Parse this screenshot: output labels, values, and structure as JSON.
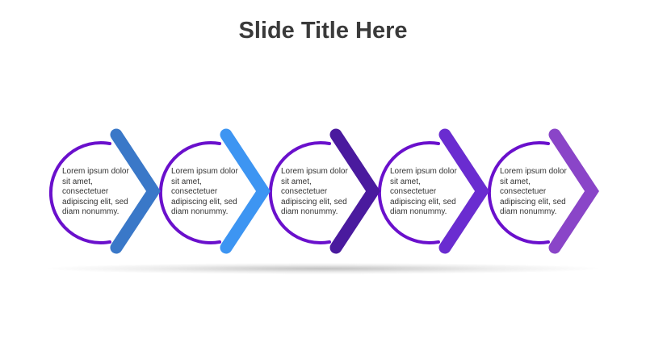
{
  "slide": {
    "title": "Slide Title Here"
  },
  "colors": {
    "circle_stroke": "#6a10cc",
    "text": "#333333",
    "title": "#3a3a3a"
  },
  "steps": [
    {
      "text_line1": "Lorem ipsum dolor",
      "text_line2": "sit amet,",
      "text_line3": "consectetuer",
      "text_line4": "adipiscing elit, sed",
      "text_line5": "diam nonummy.",
      "chevron_color": "#3a78c8"
    },
    {
      "text_line1": "Lorem ipsum dolor",
      "text_line2": "sit amet,",
      "text_line3": "consectetuer",
      "text_line4": "adipiscing elit, sed",
      "text_line5": "diam nonummy.",
      "chevron_color": "#3d95f2"
    },
    {
      "text_line1": "Lorem ipsum dolor",
      "text_line2": "sit amet,",
      "text_line3": "consectetuer",
      "text_line4": "adipiscing elit, sed",
      "text_line5": "diam nonummy.",
      "chevron_color": "#4a1a9e"
    },
    {
      "text_line1": "Lorem ipsum dolor",
      "text_line2": "sit amet,",
      "text_line3": "consectetuer",
      "text_line4": "adipiscing elit, sed",
      "text_line5": "diam nonummy.",
      "chevron_color": "#6a2cd0"
    },
    {
      "text_line1": "Lorem ipsum dolor",
      "text_line2": "sit amet,",
      "text_line3": "consectetuer",
      "text_line4": "adipiscing elit, sed",
      "text_line5": "diam nonummy.",
      "chevron_color": "#8a45c8"
    }
  ]
}
